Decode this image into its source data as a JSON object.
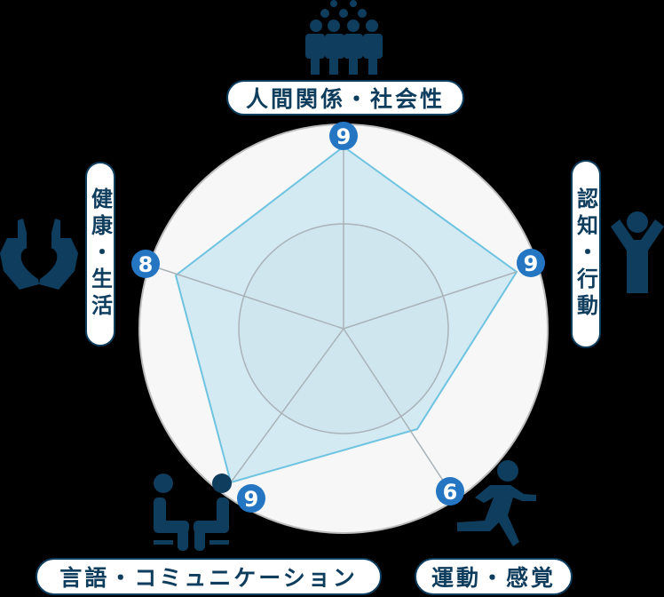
{
  "colors": {
    "background": "#000000",
    "outer_circle_fill": "#f7f7f7",
    "outer_circle_stroke": "#bdbdbd",
    "grid_stroke": "#a9b3b8",
    "polygon_fill": "#cfe8f1",
    "polygon_stroke": "#6ec3e0",
    "badge_fill": "#2476c3",
    "badge_text": "#ffffff",
    "label_text": "#0f3d5e",
    "icon_color": "#0f3d5e"
  },
  "labels": {
    "social": "人間関係・社会性",
    "cognition": "認知・行動",
    "motor": "運動・感覚",
    "language": "言語・コミュニケーション",
    "health": "健康・生活"
  },
  "chart_data": {
    "type": "radar",
    "title": "",
    "axes": [
      "人間関係・社会性",
      "認知・行動",
      "運動・感覚",
      "言語・コミュニケーション",
      "健康・生活"
    ],
    "values": [
      9,
      9,
      6,
      9,
      8
    ],
    "range": [
      0,
      10
    ],
    "grid": "circular",
    "grid_levels": 2,
    "data_labels": [
      "9",
      "9",
      "6",
      "9",
      "8"
    ]
  },
  "icons": {
    "social": "group-of-people-icon",
    "cognition": "person-arms-raised-icon",
    "motor": "running-person-icon",
    "language": "two-people-seated-conversation-icon",
    "health": "hands-holding-heart-icon"
  }
}
